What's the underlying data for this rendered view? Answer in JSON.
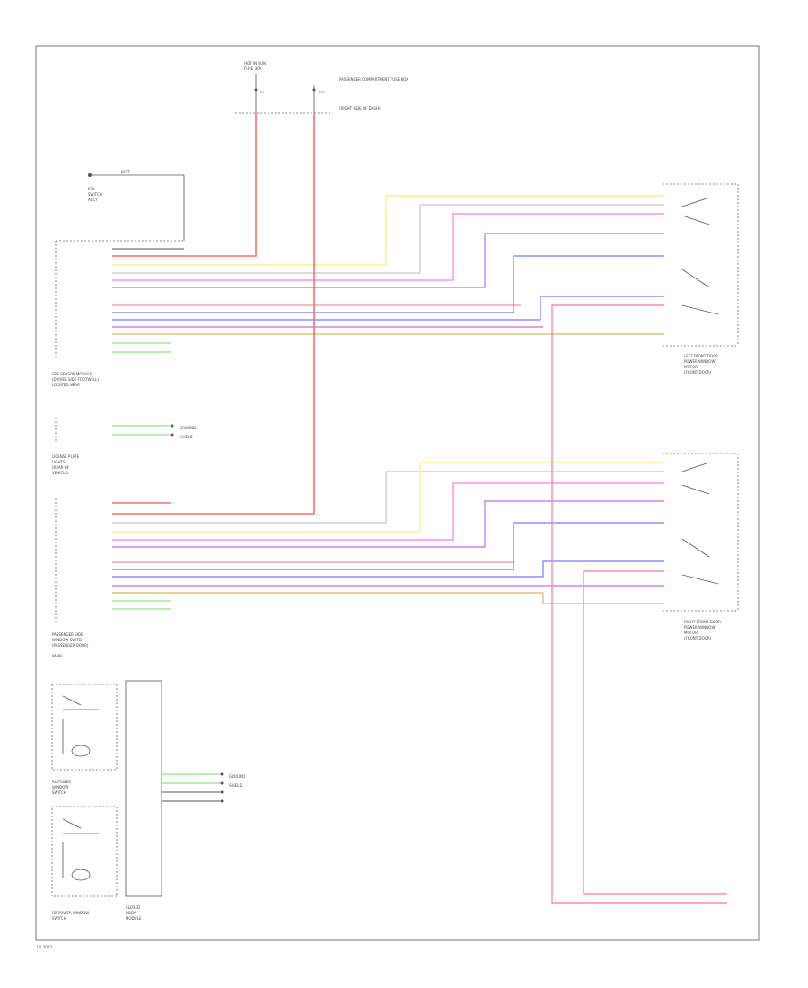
{
  "diagram": {
    "colors": {
      "red": "#ff6b6b",
      "yellow": "#f5f07a",
      "gray": "#c8c8c8",
      "magenta": "#ff77ee",
      "violet": "#cc66ee",
      "blue": "#7777ff",
      "tan": "#d8b85a",
      "green": "#77dd66",
      "pink": "#ff88b0",
      "dark": "#555555"
    },
    "labels": {
      "top_fuse_a": "HOT IN RUN",
      "top_fuse_b": "FUSE 30A",
      "top_power": "PASSENGER COMPARTMENT FUSE BOX",
      "top_side": "(RIGHT SIDE OF DASH)",
      "fuse_a": "F2",
      "fuse_b": "F24",
      "batt_title": "BATT",
      "batt_1": "IGN",
      "batt_2": "SWITCH",
      "batt_3": "ACCY",
      "lf_module_1": "LEFT FRONT DOOR",
      "lf_module_2": "POWER WINDOW",
      "lf_module_3": "MOTOR",
      "lf_module_4": "(FRONT DOOR)",
      "rf_module_1": "RIGHT FRONT DOOR",
      "rf_module_2": "POWER WINDOW",
      "rf_module_3": "MOTOR",
      "rf_module_4": "(FRONT DOOR)",
      "main_ecu_1": "SRS SENSOR MODULE",
      "main_ecu_2": "(DRIVER SIDE FOOTWELL)",
      "main_ecu_3": "LOCATED NEAR",
      "door_ecu_1": "LICENSE PLATE",
      "door_ecu_2": "LIGHTS",
      "door_ecu_3": "(REAR OF",
      "door_ecu_4": "VEHICLE)",
      "pass_ecu_1": "PASSENGER SIDE",
      "pass_ecu_2": "WINDOW SWITCH",
      "pass_ecu_3": "(PASSENGER DOOR)",
      "pass_ecu_4": "PANEL",
      "ground_a": "GROUND",
      "ground_b": "SHIELD",
      "rl_switch_1": "RL POWER",
      "rl_switch_2": "WINDOW",
      "rl_switch_3": "SWITCH",
      "rr_switch_1": "RR POWER WINDOW",
      "rr_switch_2": "SWITCH",
      "center_1": "CLOSED",
      "center_2": "BODY",
      "center_3": "MODULE",
      "footer": "1/1 2003"
    }
  }
}
